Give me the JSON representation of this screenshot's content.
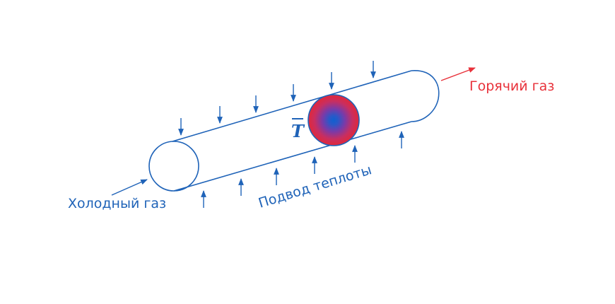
{
  "labels": {
    "cold_gas": "Холодный газ",
    "hot_gas": "Горячий газ",
    "heat_supply": "Подвод теплоты",
    "temperature_symbol": "T"
  },
  "colors": {
    "line": "#1f63b8",
    "hot": "#e8313a",
    "gradient_center": "#1060d0",
    "gradient_edge": "#e0283a"
  },
  "icons": [
    "arrow-down-icon",
    "arrow-up-icon",
    "flow-arrow-icon"
  ]
}
